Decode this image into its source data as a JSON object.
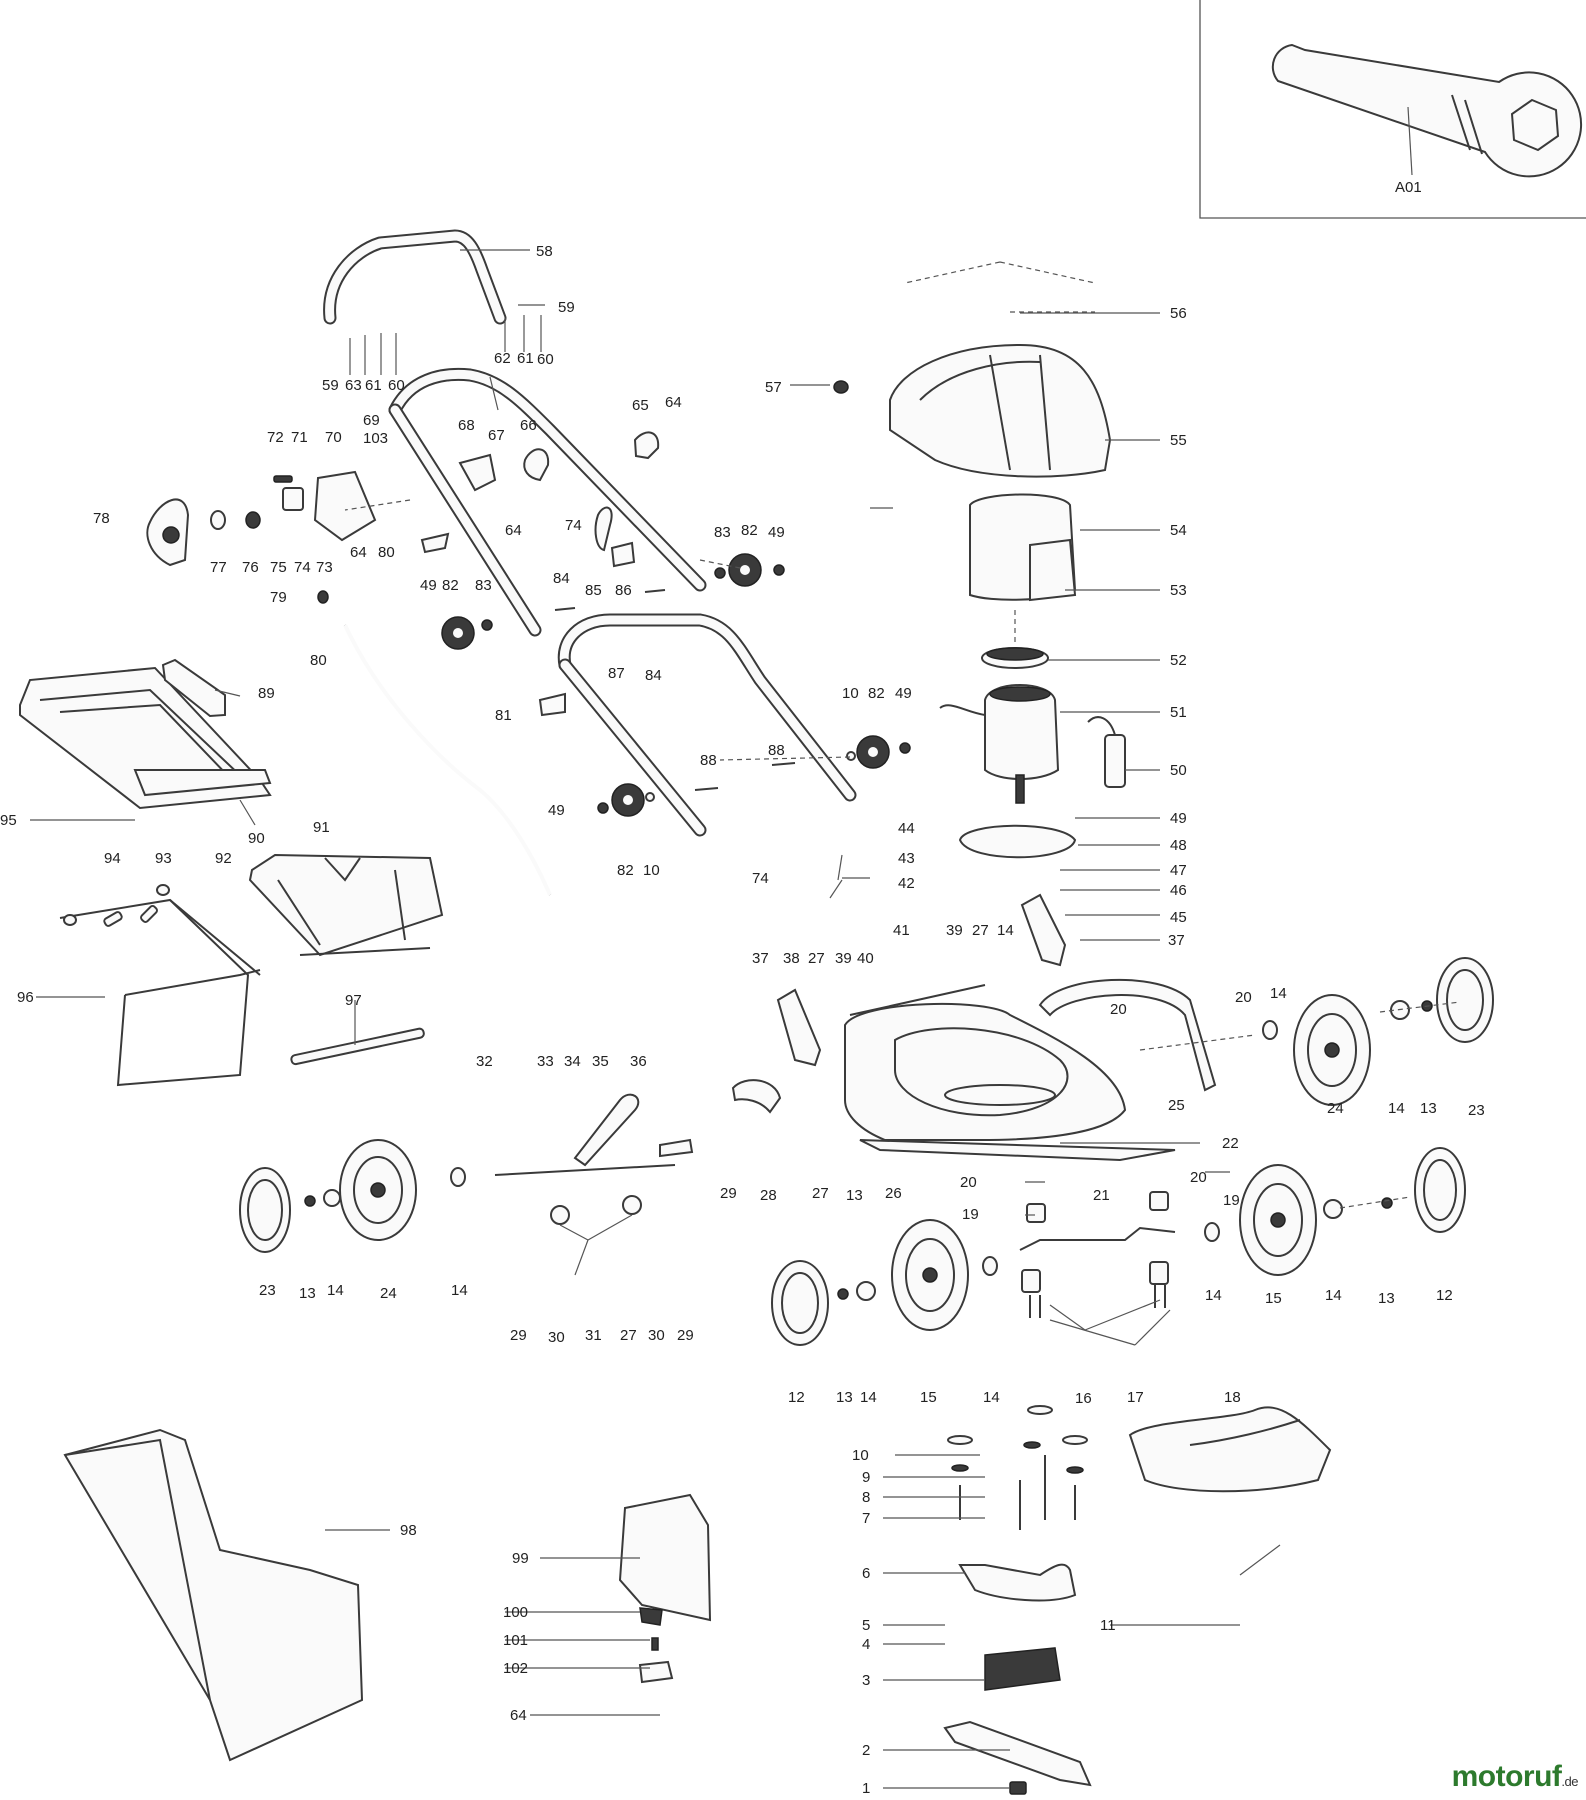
{
  "diagram": {
    "part_numbers": [
      "A01",
      "1",
      "2",
      "3",
      "4",
      "5",
      "6",
      "7",
      "8",
      "9",
      "10",
      "11",
      "12",
      "13",
      "14",
      "15",
      "16",
      "17",
      "18",
      "19",
      "20",
      "21",
      "22",
      "23",
      "24",
      "25",
      "26",
      "27",
      "28",
      "29",
      "30",
      "31",
      "32",
      "33",
      "34",
      "35",
      "36",
      "37",
      "38",
      "39",
      "40",
      "41",
      "42",
      "43",
      "44",
      "45",
      "46",
      "47",
      "48",
      "49",
      "50",
      "51",
      "52",
      "53",
      "54",
      "55",
      "56",
      "57",
      "58",
      "59",
      "60",
      "61",
      "62",
      "63",
      "64",
      "65",
      "66",
      "67",
      "68",
      "69",
      "70",
      "71",
      "72",
      "73",
      "74",
      "75",
      "76",
      "77",
      "78",
      "79",
      "80",
      "81",
      "82",
      "83",
      "84",
      "85",
      "86",
      "87",
      "88",
      "89",
      "90",
      "91",
      "92",
      "93",
      "94",
      "95",
      "96",
      "97",
      "98",
      "99",
      "100",
      "101",
      "102",
      "103"
    ]
  },
  "brand": {
    "name": "motoruf",
    "tld": ".de",
    "color": "#2d7a2d"
  }
}
